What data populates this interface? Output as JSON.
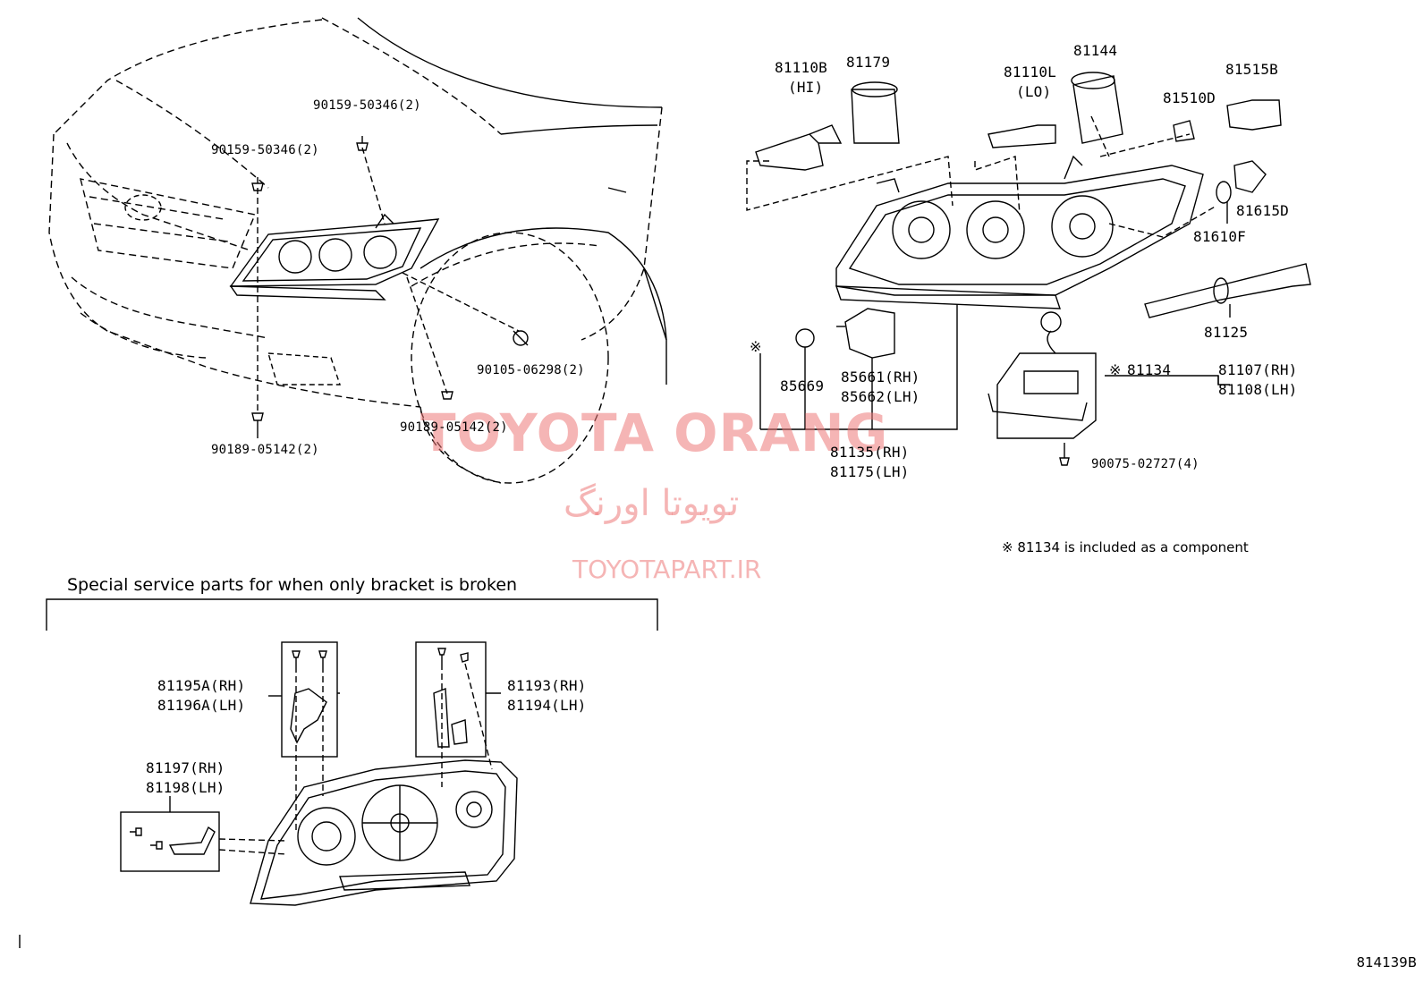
{
  "labels": {
    "b_90159_top": "90159-50346(2)",
    "b_90159_left": "90159-50346(2)",
    "b_90105": "90105-06298(2)",
    "b_90189_mid": "90189-05142(2)",
    "b_90189_left": "90189-05142(2)",
    "p_81110b": "81110B",
    "p_hi": "(HI)",
    "p_81179": "81179",
    "p_81110l": "81110L",
    "p_lo": "(LO)",
    "p_81144": "81144",
    "p_81510d": "81510D",
    "p_81515b": "81515B",
    "p_81615d": "81615D",
    "p_81610f": "81610F",
    "p_81125": "81125",
    "p_81134": "81134",
    "p_ref_mark": "※",
    "p_ref_mark2": "※",
    "p_81107": "81107(RH)",
    "p_81108": "81108(LH)",
    "p_85669": "85669",
    "p_85661": "85661(RH)",
    "p_85662": "85662(LH)",
    "p_81135": "81135(RH)",
    "p_81175": "81175(LH)",
    "p_90075": "90075-02727(4)",
    "p_81195a": "81195A(RH)",
    "p_81196a": "81196A(LH)",
    "p_81193": "81193(RH)",
    "p_81194": "81194(LH)",
    "p_81197": "81197(RH)",
    "p_81198": "81198(LH)"
  },
  "note": "※  81134 is included as a component",
  "section_title": "Special service parts for when only bracket is broken",
  "watermark": {
    "brand": "TOYOTA ORANG",
    "persian": "تویوتا اورنگ",
    "url": "TOYOTAPART.IR"
  },
  "diagram_code": "814139B"
}
